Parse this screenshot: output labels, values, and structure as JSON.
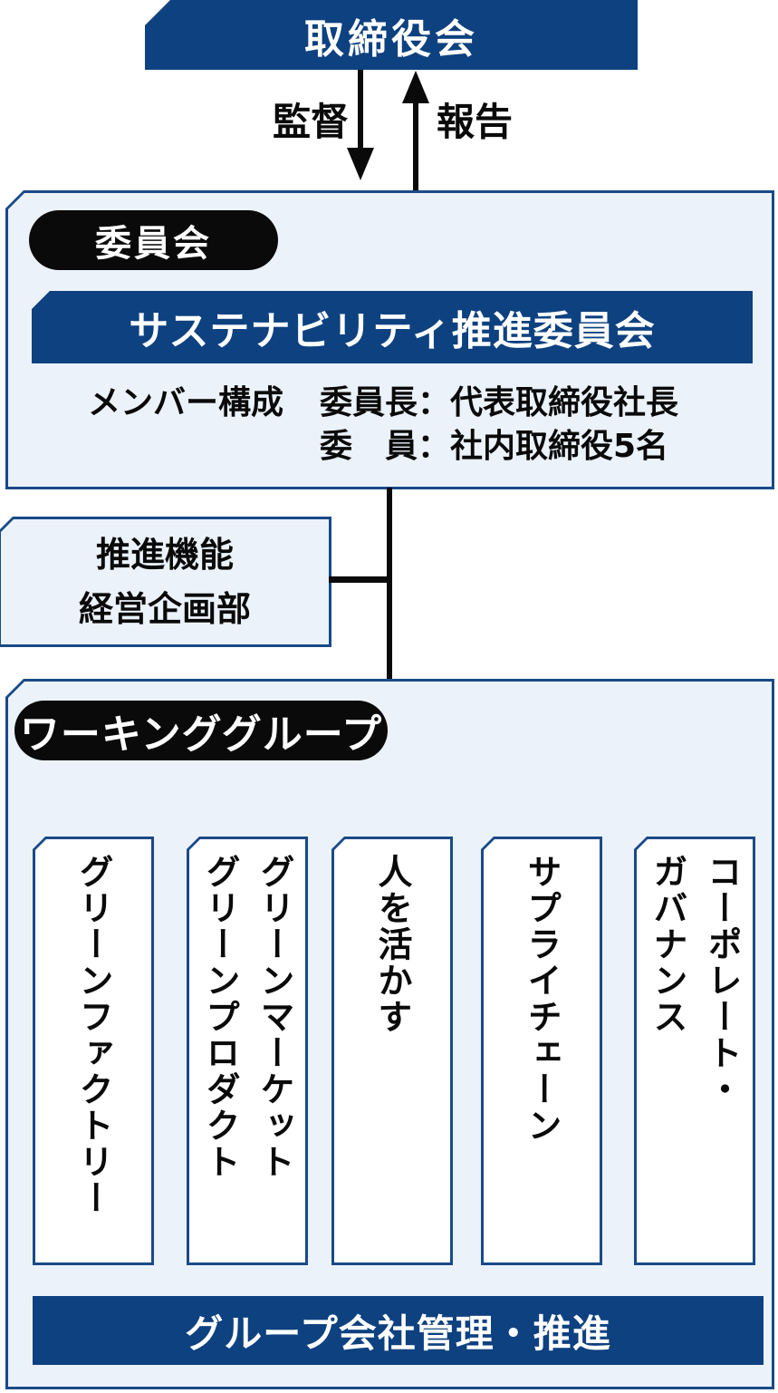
{
  "colors": {
    "dark_blue": "#0e4180",
    "light_blue": "#ebf2fa",
    "border_blue": "#1a4a87",
    "black": "#0a0a0a"
  },
  "board": {
    "label": "取締役会"
  },
  "arrows": {
    "down_label": "監督",
    "up_label": "報告"
  },
  "committee": {
    "tag": "委員会",
    "title": "サステナビリティ推進委員会",
    "member_label": "メンバー構成",
    "member_line1": "委員長：代表取締役社長",
    "member_line2": "委　員：社内取締役5名"
  },
  "promotion": {
    "line1": "推進機能",
    "line2": "経営企画部"
  },
  "working_group": {
    "tag": "ワーキンググループ",
    "groups": [
      {
        "lines": [
          "グリーンファクトリー"
        ]
      },
      {
        "lines": [
          "グリーンマーケット",
          "グリーンプロダクト"
        ]
      },
      {
        "lines": [
          "人を活かす"
        ]
      },
      {
        "lines": [
          "サプライチェーン"
        ]
      },
      {
        "lines": [
          "コーポレート・",
          "ガバナンス"
        ]
      }
    ],
    "footer": "グループ会社管理・推進"
  }
}
